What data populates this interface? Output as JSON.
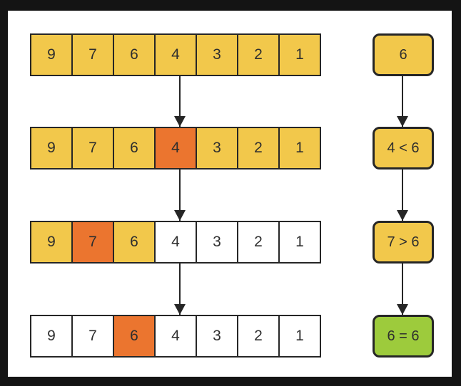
{
  "diagram": {
    "arrays": [
      {
        "cells": [
          {
            "value": "9",
            "state": "yellow"
          },
          {
            "value": "7",
            "state": "yellow"
          },
          {
            "value": "6",
            "state": "yellow"
          },
          {
            "value": "4",
            "state": "yellow"
          },
          {
            "value": "3",
            "state": "yellow"
          },
          {
            "value": "2",
            "state": "yellow"
          },
          {
            "value": "1",
            "state": "yellow"
          }
        ]
      },
      {
        "cells": [
          {
            "value": "9",
            "state": "yellow"
          },
          {
            "value": "7",
            "state": "yellow"
          },
          {
            "value": "6",
            "state": "yellow"
          },
          {
            "value": "4",
            "state": "orange"
          },
          {
            "value": "3",
            "state": "yellow"
          },
          {
            "value": "2",
            "state": "yellow"
          },
          {
            "value": "1",
            "state": "yellow"
          }
        ]
      },
      {
        "cells": [
          {
            "value": "9",
            "state": "yellow"
          },
          {
            "value": "7",
            "state": "orange"
          },
          {
            "value": "6",
            "state": "yellow"
          },
          {
            "value": "4",
            "state": "white"
          },
          {
            "value": "3",
            "state": "white"
          },
          {
            "value": "2",
            "state": "white"
          },
          {
            "value": "1",
            "state": "white"
          }
        ]
      },
      {
        "cells": [
          {
            "value": "9",
            "state": "white"
          },
          {
            "value": "7",
            "state": "white"
          },
          {
            "value": "6",
            "state": "orange"
          },
          {
            "value": "4",
            "state": "white"
          },
          {
            "value": "3",
            "state": "white"
          },
          {
            "value": "2",
            "state": "white"
          },
          {
            "value": "1",
            "state": "white"
          }
        ]
      }
    ],
    "steps": [
      {
        "label": "6",
        "state": "yellow"
      },
      {
        "label": "4 < 6",
        "state": "yellow"
      },
      {
        "label": "7 > 6",
        "state": "yellow"
      },
      {
        "label": "6 = 6",
        "state": "green"
      }
    ]
  },
  "colors": {
    "yellow": "#F2C84B",
    "orange": "#EB752F",
    "green": "#9DCB3C",
    "border": "#262626",
    "frame": "#141414",
    "panel": "#FFFFFF",
    "text": "#2E2E2E"
  }
}
